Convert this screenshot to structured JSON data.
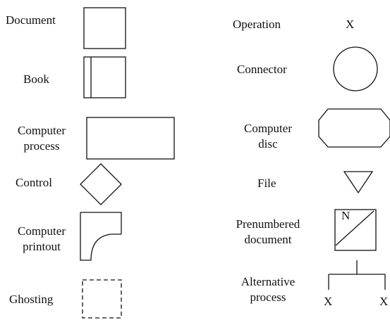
{
  "legend": {
    "left": [
      {
        "label": "Document",
        "shape": "document-rect"
      },
      {
        "label": "Book",
        "shape": "book-rect"
      },
      {
        "label_lines": [
          "Computer",
          "process"
        ],
        "shape": "wide-rect"
      },
      {
        "label": "Control",
        "shape": "diamond"
      },
      {
        "label_lines": [
          "Computer",
          "printout"
        ],
        "shape": "printout"
      },
      {
        "label": "Ghosting",
        "shape": "dashed-rect"
      }
    ],
    "right": [
      {
        "label": "Operation",
        "symbol_text": "X",
        "shape": "x-mark"
      },
      {
        "label": "Connector",
        "shape": "circle"
      },
      {
        "label_lines": [
          "Computer",
          "disc"
        ],
        "shape": "octagon"
      },
      {
        "label": "File",
        "shape": "down-triangle"
      },
      {
        "label_lines": [
          "Prenumbered",
          "document"
        ],
        "symbol_text": "N",
        "shape": "slashed-box"
      },
      {
        "label_lines": [
          "Alternative",
          "process"
        ],
        "branch_labels": [
          "X",
          "X"
        ],
        "shape": "branch"
      }
    ]
  }
}
